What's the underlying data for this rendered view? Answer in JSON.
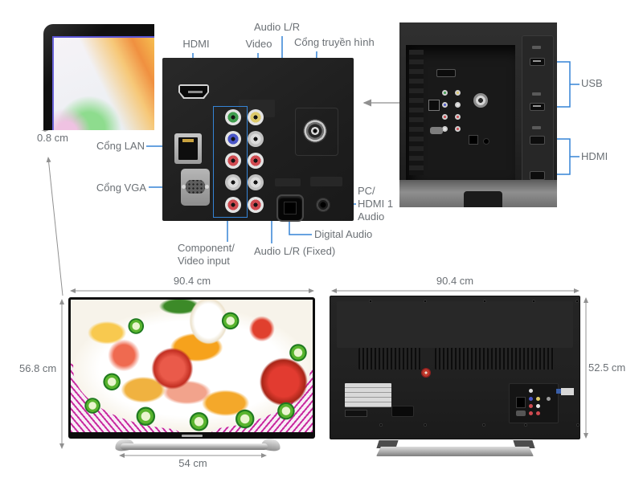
{
  "page": {
    "background": "#ffffff",
    "description_labels_language": "vi/en"
  },
  "bezel_closeup": {
    "measure_label": "0.8 cm"
  },
  "ports_diagram": {
    "labels": {
      "hdmi": "HDMI",
      "video": "Video",
      "audio_lr": "Audio L/R",
      "tv_antenna": "Cổng truyền hình",
      "lan": "Cổng LAN",
      "vga": "Cổng VGA",
      "component_line1": "Component/",
      "component_line2": "Video input",
      "audio_lr_fixed": "Audio L/R (Fixed)",
      "digital_audio": "Digital Audio",
      "pc_audio_line1": "PC/",
      "pc_audio_line2": "HDMI 1",
      "pc_audio_line3": "Audio"
    },
    "rca_left_colors": [
      "#3f9d4e",
      "#4a56c8",
      "#cf4a50",
      "#dcdcdc",
      "#cf4a50"
    ],
    "rca_right_colors": [
      "#ddc96a",
      "#dcdcdc",
      "#cf4a50",
      "#dcdcdc",
      "#cf4a50"
    ]
  },
  "side_photo": {
    "labels": {
      "usb": "USB",
      "hdmi": "HDMI"
    }
  },
  "front_view": {
    "width_label": "90.4 cm",
    "height_label": "56.8 cm",
    "stand_width_label": "54 cm"
  },
  "back_view": {
    "width_label": "90.4 cm",
    "height_label": "52.5 cm"
  },
  "colors": {
    "annotation_line_blue": "#3584d6",
    "label_text_gray": "#6b7075",
    "measure_arrow_gray": "#909090",
    "back_logo_red": "#c0392b",
    "stripe_magenta": "#c92aa0"
  }
}
